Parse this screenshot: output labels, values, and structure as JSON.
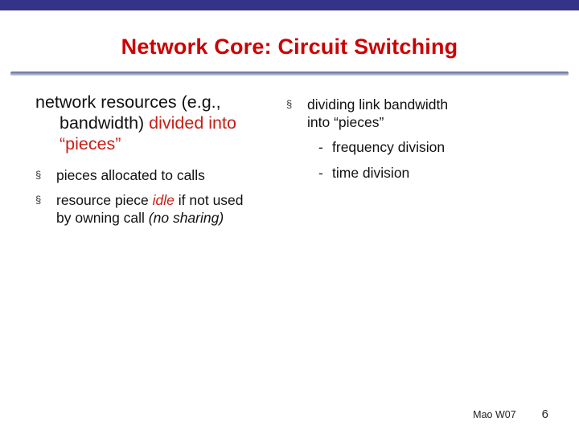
{
  "slide": {
    "title": "Network Core: Circuit Switching",
    "footer": {
      "author": "Mao W07",
      "page_number": "6"
    }
  },
  "glyphs": {
    "bullet": "§",
    "dash": "-"
  },
  "colors": {
    "top_bar_navy": "#333387",
    "title_red": "#cc0000",
    "accent_red": "#c71f16",
    "divider_top": "#5a6796",
    "divider_bottom": "#c9cede"
  },
  "left_column": {
    "heading_segments": [
      {
        "text": "network resources (e.g., bandwidth) ",
        "style": "plain"
      },
      {
        "text": "divided into “pieces”",
        "style": "red"
      }
    ],
    "bullets": [
      {
        "segments": [
          {
            "text": "pieces allocated to calls",
            "style": "plain"
          }
        ]
      },
      {
        "segments": [
          {
            "text": "resource piece ",
            "style": "plain"
          },
          {
            "text": "idle",
            "style": "red-italic"
          },
          {
            "text": " if not used by owning call ",
            "style": "plain"
          },
          {
            "text": "(no sharing)",
            "style": "italic"
          }
        ]
      }
    ]
  },
  "right_column": {
    "bullets": [
      {
        "segments": [
          {
            "text": "dividing link bandwidth into “pieces”",
            "style": "plain"
          }
        ],
        "sub_items": [
          "frequency division",
          "time division"
        ]
      }
    ]
  }
}
